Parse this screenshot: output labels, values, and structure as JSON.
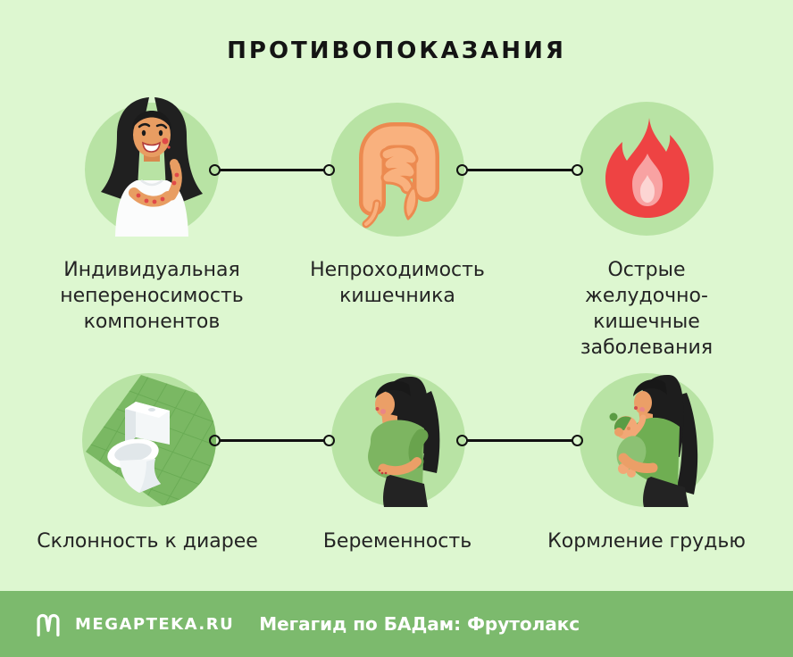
{
  "title": "ПРОТИВОПОКАЗАНИЯ",
  "items": [
    {
      "icon": "allergy-woman-icon",
      "label": "Индивидуальная непереносимость компонентов"
    },
    {
      "icon": "intestines-icon",
      "label": "Непроходимость кишечника"
    },
    {
      "icon": "flame-icon",
      "label": "Острые желудочно-кишечные заболевания"
    },
    {
      "icon": "toilet-icon",
      "label": "Склонность к диарее"
    },
    {
      "icon": "pregnant-woman-icon",
      "label": "Беременность"
    },
    {
      "icon": "breastfeeding-icon",
      "label": "Кормление грудью"
    }
  ],
  "footer": {
    "logo_icon": "megapteka-m-logo",
    "brand": "MEGAPTEKA.RU",
    "tagline": "Мегагид по БАДам: Фрутолакс"
  },
  "colors": {
    "background": "#ddf7d0",
    "icon_circle": "#b8e3a4",
    "footer_bar": "#7cba6d",
    "connector": "#111111",
    "text": "#242424",
    "flame_red": "#ee4343",
    "intestine_orange": "#ec8a50",
    "allergy_spot_red": "#e04848",
    "tile_green": "#7ab863"
  }
}
